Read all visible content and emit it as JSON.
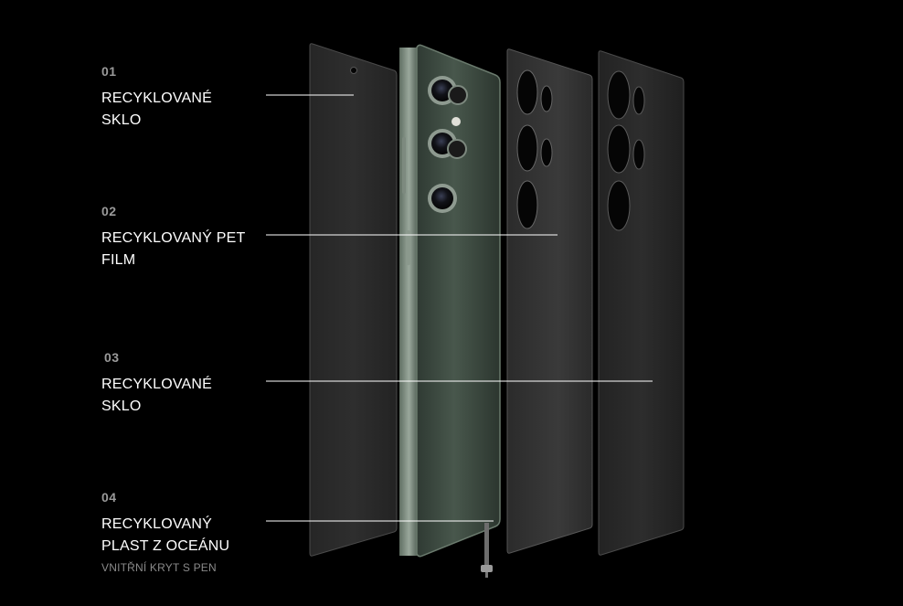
{
  "layers": [
    {
      "number": "01",
      "title_line1": "RECYKLOVANÉ",
      "title_line2": "SKLO",
      "subtitle": ""
    },
    {
      "number": "02",
      "title_line1": "RECYKLOVANÝ PET",
      "title_line2": "FILM",
      "subtitle": ""
    },
    {
      "number": "03",
      "title_line1": "RECYKLOVANÉ",
      "title_line2": "SKLO",
      "subtitle": ""
    },
    {
      "number": "04",
      "title_line1": "RECYKLOVANÝ",
      "title_line2": "PLAST Z OCEÁNU",
      "subtitle": "VNITŘNÍ KRYT S PEN"
    }
  ],
  "colors": {
    "background": "#000000",
    "leader_line": "#ffffff",
    "phone_body": "#3c4a40",
    "glass_panel": "#2a2a2a",
    "film_panel": "#333333"
  }
}
